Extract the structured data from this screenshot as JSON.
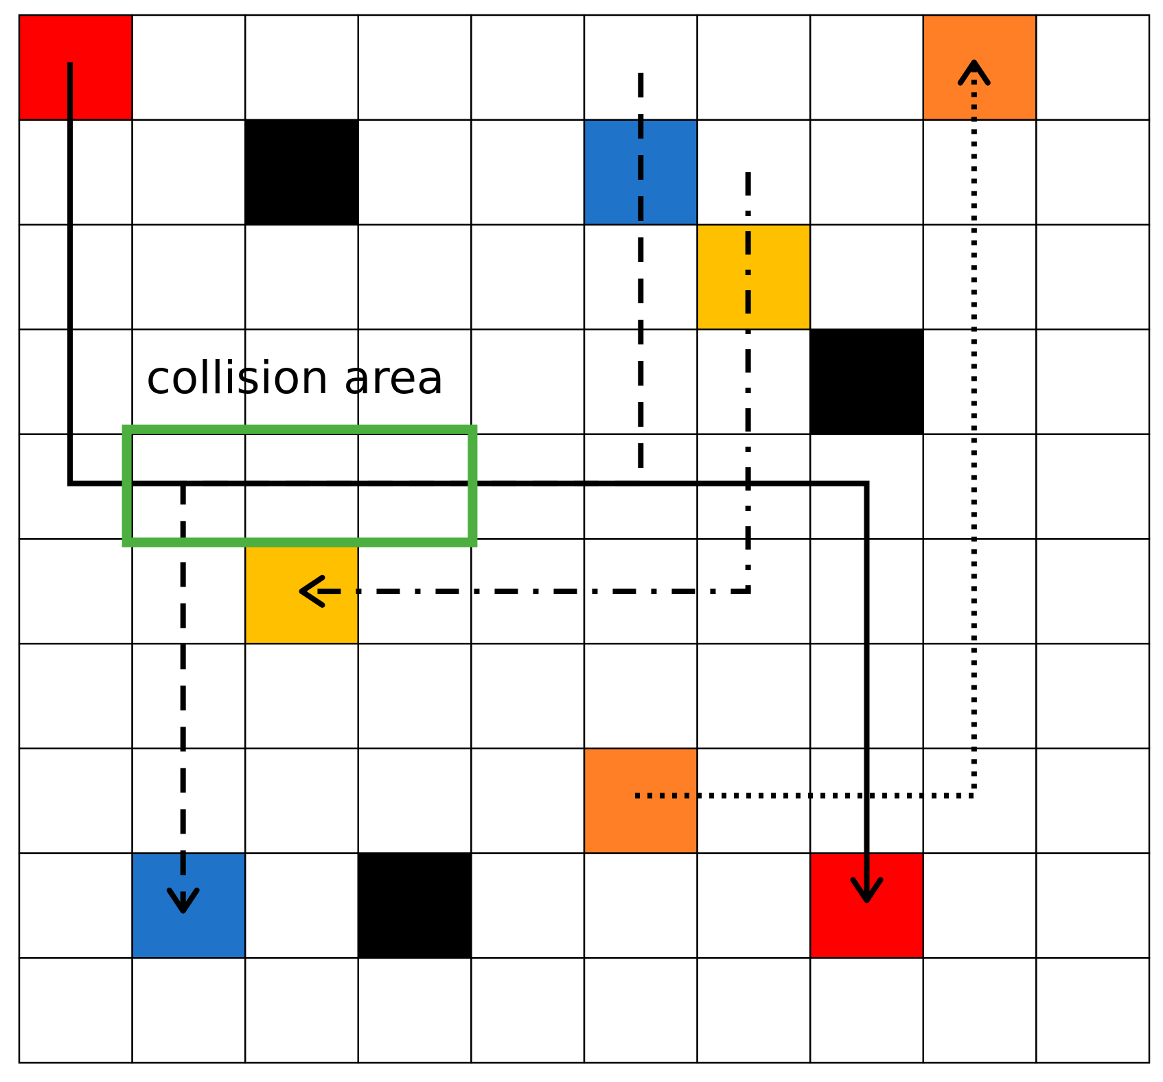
{
  "grid": {
    "rows": 10,
    "cols": 10
  },
  "colors": {
    "red": "#ff0000",
    "blue": "#1f74c9",
    "yellow": "#ffc000",
    "orange": "#ff7f27",
    "obstacle": "#000000",
    "collision_outline": "#4caf3f"
  },
  "cells": [
    {
      "id": "red-start",
      "row": 0,
      "col": 0,
      "color": "red"
    },
    {
      "id": "orange-end",
      "row": 0,
      "col": 8,
      "color": "orange"
    },
    {
      "id": "obstacle-1",
      "row": 1,
      "col": 2,
      "color": "obstacle"
    },
    {
      "id": "blue-start",
      "row": 1,
      "col": 5,
      "color": "blue"
    },
    {
      "id": "yellow-start",
      "row": 2,
      "col": 6,
      "color": "yellow"
    },
    {
      "id": "obstacle-2",
      "row": 3,
      "col": 7,
      "color": "obstacle"
    },
    {
      "id": "yellow-end",
      "row": 5,
      "col": 2,
      "color": "yellow"
    },
    {
      "id": "orange-start",
      "row": 7,
      "col": 5,
      "color": "orange"
    },
    {
      "id": "blue-end",
      "row": 8,
      "col": 1,
      "color": "blue"
    },
    {
      "id": "obstacle-3",
      "row": 8,
      "col": 3,
      "color": "obstacle"
    },
    {
      "id": "red-end",
      "row": 8,
      "col": 7,
      "color": "red"
    }
  ],
  "paths": [
    {
      "id": "red-path",
      "style": "solid",
      "from": "red-start",
      "to": "red-end",
      "points": [
        [
          0.45,
          0.45
        ],
        [
          0.45,
          4.47
        ],
        [
          7.5,
          4.47
        ],
        [
          7.5,
          8.45
        ]
      ]
    },
    {
      "id": "blue-path",
      "style": "dashed",
      "from": "blue-start",
      "to": "blue-end",
      "points": [
        [
          5.5,
          0.55
        ],
        [
          5.5,
          4.47
        ],
        [
          1.45,
          4.47
        ],
        [
          1.45,
          8.55
        ]
      ]
    },
    {
      "id": "yellow-path",
      "style": "dashdot",
      "from": "yellow-start",
      "to": "yellow-end",
      "points": [
        [
          6.45,
          1.5
        ],
        [
          6.45,
          5.5
        ],
        [
          2.5,
          5.5
        ]
      ]
    },
    {
      "id": "orange-path",
      "style": "dotted",
      "from": "orange-start",
      "to": "orange-end",
      "points": [
        [
          5.45,
          7.45
        ],
        [
          8.45,
          7.45
        ],
        [
          8.45,
          0.45
        ]
      ]
    }
  ],
  "collision_area": {
    "label": "collision area",
    "from_col": 1,
    "to_col": 4,
    "from_row": 4,
    "to_row": 5
  }
}
